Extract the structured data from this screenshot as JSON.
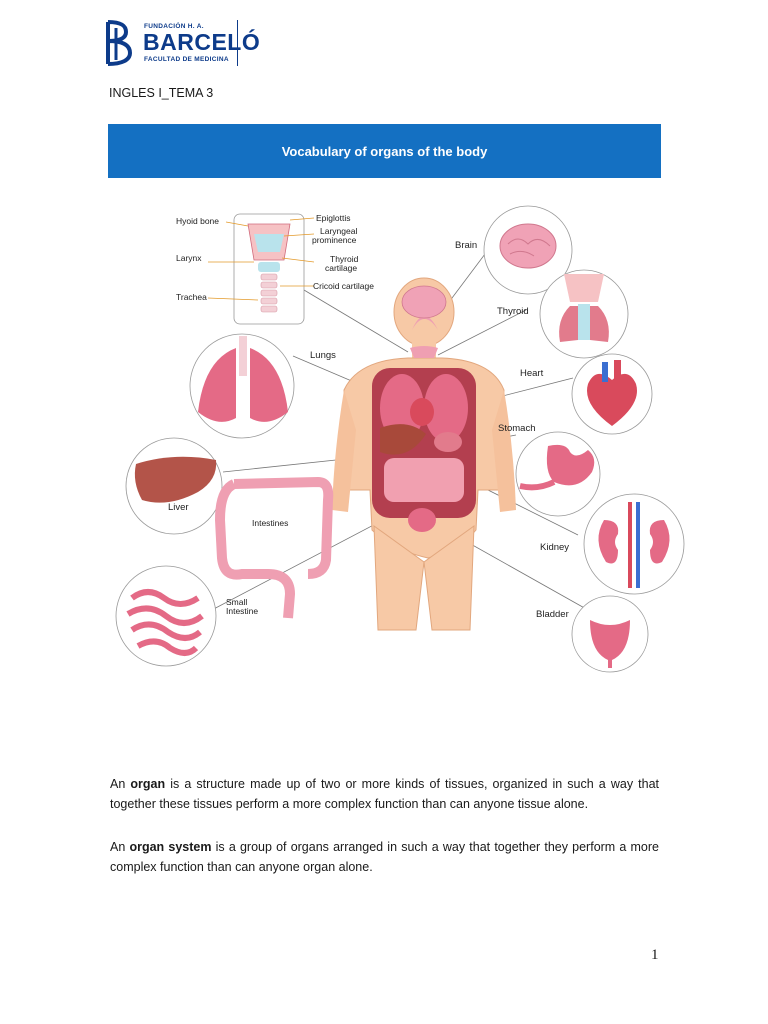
{
  "logo": {
    "line1": "FUNDACIÓN H. A.",
    "line2": "BARCELÓ",
    "line3": "FACULTAD DE MEDICINA"
  },
  "header": {
    "code": "INGLES I_TEMA 3"
  },
  "banner": {
    "title": "Vocabulary of organs of the body"
  },
  "figure": {
    "labels": {
      "hyoid_bone": "Hyoid bone",
      "epiglottis": "Epiglottis",
      "laryngeal_1": "Laryngeal",
      "laryngeal_2": "prominence",
      "larynx": "Larynx",
      "thyroid_cart_1": "Thyroid",
      "thyroid_cart_2": "cartilage",
      "cricoid": "Cricoid cartilage",
      "trachea": "Trachea",
      "brain": "Brain",
      "thyroid": "Thyroid",
      "lungs": "Lungs",
      "heart": "Heart",
      "stomach": "Stomach",
      "liver": "Liver",
      "intestines": "Intestines",
      "kidney": "Kidney",
      "small_intestine_1": "Small",
      "small_intestine_2": "Intestine",
      "bladder": "Bladder"
    }
  },
  "paragraphs": {
    "p1_a": "An ",
    "p1_b": "organ",
    "p1_c": " is a structure made up of two or more kinds of tissues, organized in such a way that together these tissues perform a more complex function than can anyone tissue alone.",
    "p2_a": "An ",
    "p2_b": "organ system",
    "p2_c": " is a group of organs arranged in such a way that together they perform a more complex function than can anyone organ alone."
  },
  "page_number": "1",
  "colors": {
    "brand_blue": "#0d3b8a",
    "banner_blue": "#1470c2",
    "organ_pink": "#e46a86",
    "skin": "#f7c9a6"
  }
}
